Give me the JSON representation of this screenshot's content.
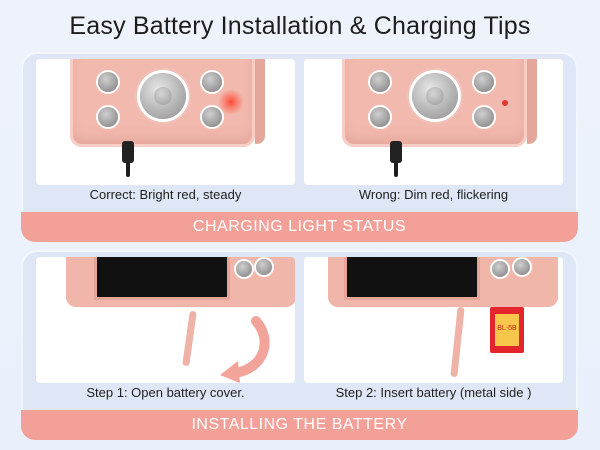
{
  "title": "Easy Battery Installation & Charging Tips",
  "charging": {
    "left_caption": "Correct: Bright red, steady",
    "right_caption": "Wrong: Dim red, flickering",
    "banner": "CHARGING LIGHT STATUS"
  },
  "installing": {
    "left_caption": "Step 1: Open battery cover.",
    "right_caption": "Step 2: Insert battery (metal side )",
    "banner": "INSTALLING THE BATTERY",
    "battery_label": "BL-5B"
  },
  "colors": {
    "banner": "#f3a098",
    "panel": "#dfe7f6",
    "camera": "#f2b9ae",
    "led": "#e23a2e"
  }
}
